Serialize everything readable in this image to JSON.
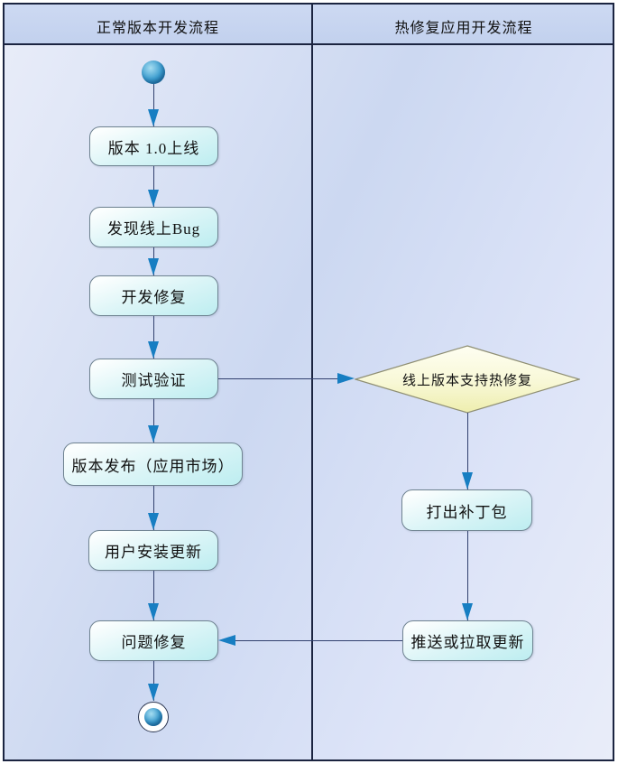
{
  "lanes": {
    "left": "正常版本开发流程",
    "right": "热修复应用开发流程"
  },
  "nodes": {
    "version_online": "版本 1.0上线",
    "find_bug": "发现线上Bug",
    "dev_fix": "开发修复",
    "test_verify": "测试验证",
    "release": "版本发布（应用市场）",
    "user_install": "用户安装更新",
    "issue_fixed": "问题修复",
    "decision": "线上版本支持热修复",
    "make_patch": "打出补丁包",
    "push_pull_update": "推送或拉取更新"
  },
  "colors": {
    "arrow": "#177ec2",
    "line": "#31406e",
    "box_fill": "#c2eff2",
    "diamond_fill": "#f2f2bc",
    "header_fill": "#c6d3ef",
    "frame_border": "#1b2440"
  }
}
